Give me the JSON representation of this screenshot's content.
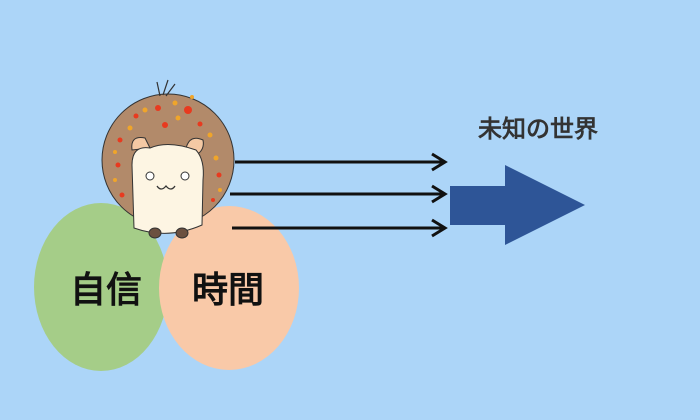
{
  "title": "未知の世界",
  "circles": [
    {
      "label": "自信",
      "color": "#a5cd88"
    },
    {
      "label": "時間",
      "color": "#f9c9a8"
    }
  ],
  "colors": {
    "background": "#acd5f8",
    "arrow": "#2e5597",
    "body": "#b28a6a",
    "face": "#fdf5e3"
  }
}
